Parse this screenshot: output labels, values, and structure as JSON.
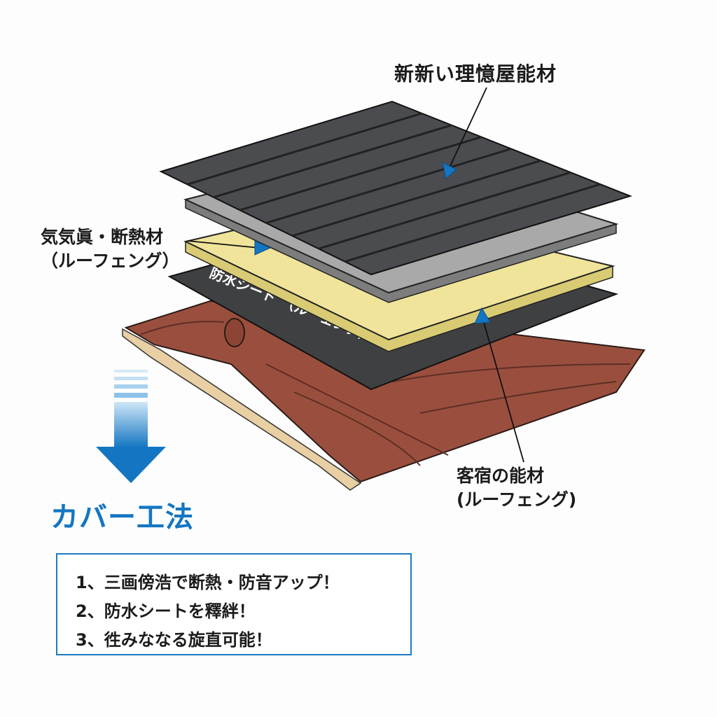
{
  "labels": {
    "new_roof": "新新い理憶屋能材",
    "insulation_line1": "気気眞・断熱材",
    "insulation_line2": "（ルーフェング）",
    "waterproof_sheet": "防水シート　（ルーェング）",
    "old_roof_line1": "客宿の能材",
    "old_roof_line2": "(ルーフェング)"
  },
  "method_title": "カバー工法",
  "benefits": [
    "1、三画傍浩で断熱・防音アップ！",
    "2、防水シートを釋絆！",
    "3、徃みななる旋直可能！"
  ],
  "colors": {
    "accent_blue": "#1476c2",
    "metal": "#4a4c4f",
    "board": "#a9a9a9",
    "insulation": "#efe49a",
    "sheet": "#3f4042",
    "tile": "#9a4f3e",
    "wood": "#e8cfa4"
  }
}
